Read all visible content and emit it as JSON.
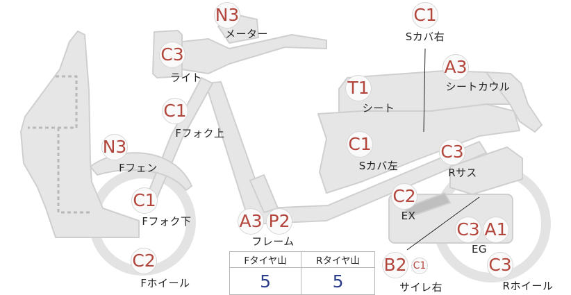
{
  "parts": [
    {
      "id": "meter",
      "label": "メーター",
      "badges": [
        {
          "text": "N3"
        }
      ]
    },
    {
      "id": "light",
      "label": "ライト",
      "badges": [
        {
          "text": "C3"
        }
      ]
    },
    {
      "id": "ffork-upper",
      "label": "Fフォク上",
      "badges": [
        {
          "text": "C1"
        }
      ]
    },
    {
      "id": "ffender",
      "label": "Fフェン",
      "badges": [
        {
          "text": "N3"
        }
      ]
    },
    {
      "id": "ffork-lower",
      "label": "Fフォク下",
      "badges": [
        {
          "text": "C1"
        }
      ]
    },
    {
      "id": "fwheel",
      "label": "Fホイール",
      "badges": [
        {
          "text": "C2"
        }
      ]
    },
    {
      "id": "frame",
      "label": "フレーム",
      "badges": [
        {
          "text": "A3"
        },
        {
          "text": "P2"
        }
      ]
    },
    {
      "id": "scover-right",
      "label": "Sカバ右",
      "badges": [
        {
          "text": "C1"
        }
      ]
    },
    {
      "id": "seat-cowl",
      "label": "シートカウル",
      "badges": [
        {
          "text": "A3"
        }
      ]
    },
    {
      "id": "seat",
      "label": "シート",
      "badges": [
        {
          "text": "T1"
        }
      ]
    },
    {
      "id": "scover-left",
      "label": "Sカバ左",
      "badges": [
        {
          "text": "C1"
        }
      ]
    },
    {
      "id": "rsus",
      "label": "Rサス",
      "badges": [
        {
          "text": "C3"
        }
      ]
    },
    {
      "id": "exhaust",
      "label": "EX",
      "badges": [
        {
          "text": "C2"
        }
      ]
    },
    {
      "id": "engine",
      "label": "EG",
      "badges": [
        {
          "text": "C3"
        },
        {
          "text": "A1"
        }
      ]
    },
    {
      "id": "rwheel",
      "label": "Rホイール",
      "badges": [
        {
          "text": "C3"
        }
      ]
    },
    {
      "id": "muffler-right",
      "label": "サイレ右",
      "badges": [
        {
          "text": "B2"
        },
        {
          "text": "C1",
          "small": true
        }
      ]
    }
  ],
  "tire_table": {
    "front_header": "Fタイヤ山",
    "rear_header": "Rタイヤ山",
    "front_value": "5",
    "rear_value": "5"
  },
  "colors": {
    "part_fill": "#e6e6e6",
    "part_stroke": "#cfcfcf",
    "badge_text": "#b2463c",
    "table_value": "#2c3c8c"
  }
}
